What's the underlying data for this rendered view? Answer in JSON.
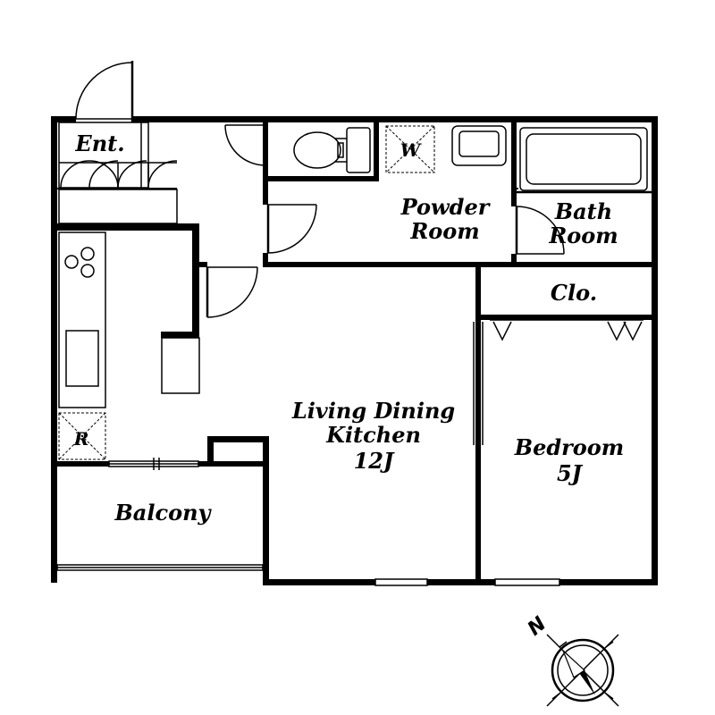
{
  "rooms": {
    "entrance": "Ent.",
    "powder_room_line1": "Powder",
    "powder_room_line2": "Room",
    "bath_room_line1": "Bath",
    "bath_room_line2": "Room",
    "closet": "Clo.",
    "ldk_line1": "Living Dining",
    "ldk_line2": "Kitchen",
    "ldk_size": "12J",
    "bedroom": "Bedroom",
    "bedroom_size": "5J",
    "balcony": "Balcony"
  },
  "fixtures": {
    "washer": "W",
    "refrigerator": "R"
  },
  "compass": {
    "north": "N"
  },
  "colors": {
    "ink": "#000000",
    "paper": "#ffffff"
  }
}
